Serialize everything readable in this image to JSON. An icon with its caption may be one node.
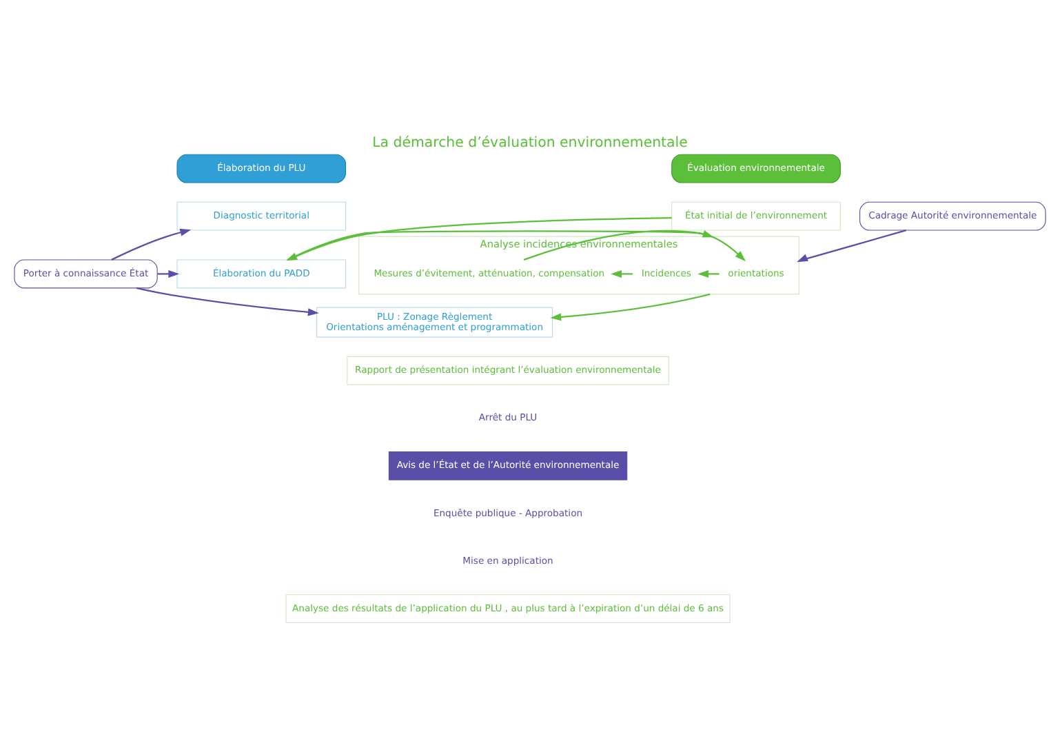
{
  "diagram": {
    "title": "La démarche d’évaluation environnementale",
    "nodes": [
      {
        "text": [
          "Élaboration du PLU"
        ]
      },
      {
        "text": [
          "Évaluation environnementale"
        ]
      },
      {
        "text": [
          "Porter à connaissance État"
        ]
      },
      {
        "text": [
          "Diagnostic territorial"
        ]
      },
      {
        "text": [
          "Élaboration du PADD"
        ]
      },
      {
        "text": [
          "PLU : Zonage Règlement",
          "Orientations aménagement et programmation"
        ]
      },
      {
        "text": [
          "État initial de l’environnement"
        ]
      },
      {
        "text": [
          "Analyse incidences environnementales"
        ]
      },
      {
        "text": [
          "orientations"
        ],
        "in": 7
      },
      {
        "text": [
          "Incidences"
        ],
        "in": 7
      },
      {
        "text": [
          "Mesures d’évitement, atténuation, compensation"
        ],
        "in": 7
      },
      {
        "text": [
          "Cadrage Autorité environnementale"
        ]
      },
      {
        "text": [
          "Rapport de présentation intégrant l’évaluation environnementale"
        ]
      },
      {
        "text": [
          "Avis de l’État et de l’Autorité environnementale"
        ]
      },
      {
        "text": [
          "Analyse des résultats de l’application du PLU , au plus tard à l’expiration d’un délai de 6 ans"
        ]
      }
    ],
    "edges": [
      {
        "from": 2,
        "to": 3,
        "arrow": "to",
        "color": "#5a4fa8"
      },
      {
        "from": 2,
        "to": 4,
        "arrow": "to",
        "color": "#5a4fa8"
      },
      {
        "from": 2,
        "to": 5,
        "arrow": "to",
        "color": "#5a4fa8"
      },
      {
        "from": 6,
        "to": 4,
        "arrow": "to"
      },
      {
        "from": 4,
        "to": 7,
        "arrow": "to"
      },
      {
        "from": 7,
        "to": 5,
        "arrow": "to"
      },
      {
        "from": 8,
        "to": 9,
        "arrow": "to"
      },
      {
        "from": 9,
        "to": 10,
        "arrow": "to"
      },
      {
        "from": 10,
        "to": 8,
        "arrow": "to"
      },
      {
        "from": 11,
        "to": 7,
        "arrow": "to",
        "color": "#5a4fa8"
      }
    ],
    "labels": [
      "Arrêt du PLU",
      "Enquête publique - Approbation",
      "Mise en application"
    ]
  }
}
